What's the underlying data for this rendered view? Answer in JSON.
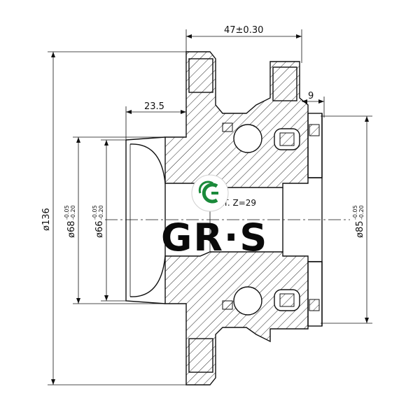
{
  "dimensions": {
    "flange_width": "47±0.30",
    "hub_offset": "23.5",
    "seal_width": "9",
    "flange_diameter": "ø136",
    "bore_diameter": "ø68",
    "bore_tol_upper": "-0.05",
    "bore_tol_lower": "-0.20",
    "pilot_diameter": "ø66",
    "pilot_tol_upper": "-0.05",
    "pilot_tol_lower": "-0.20",
    "outer_diameter": "ø85",
    "outer_tol_upper": "-0.05",
    "outer_tol_lower": "-0.20"
  },
  "spline_note": "KT. Z=29",
  "logo": {
    "text": "GR·S",
    "emblem_color": "#1a8a3a"
  },
  "colors": {
    "line": "#111111",
    "background": "#ffffff"
  }
}
